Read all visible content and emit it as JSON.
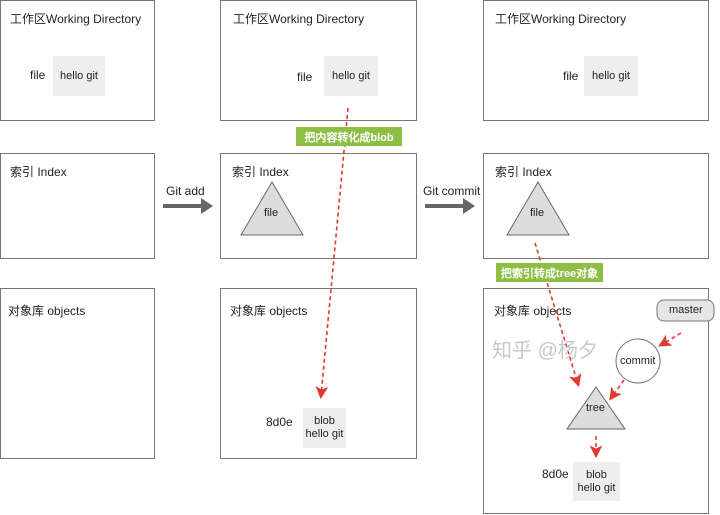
{
  "columns": [
    {
      "workdir_title": "工作区Working Directory",
      "file_label": "file",
      "file_content": "hello git",
      "index_title": "索引 Index",
      "objects_title": "对象库 objects"
    },
    {
      "workdir_title": "工作区Working Directory",
      "file_label": "file",
      "file_content": "hello git",
      "index_title": "索引 Index",
      "index_node": "file",
      "objects_title": "对象库 objects",
      "blob_hash": "8d0e",
      "blob_type": "blob",
      "blob_content": "hello git"
    },
    {
      "workdir_title": "工作区Working Directory",
      "file_label": "file",
      "file_content": "hello git",
      "index_title": "索引 Index",
      "index_node": "file",
      "objects_title": "对象库 objects",
      "branch": "master",
      "commit": "commit",
      "tree": "tree",
      "blob_hash": "8d0e",
      "blob_type": "blob",
      "blob_content": "hello git"
    }
  ],
  "steps": [
    "Git add",
    "Git commit"
  ],
  "notes": [
    "把内容转化成blob",
    "把索引转成tree对象"
  ],
  "watermark": "知乎 @杨夕",
  "colors": {
    "accent": "#8dbf45",
    "arrow": "#e03a2f",
    "gray_arrow": "#666666"
  }
}
